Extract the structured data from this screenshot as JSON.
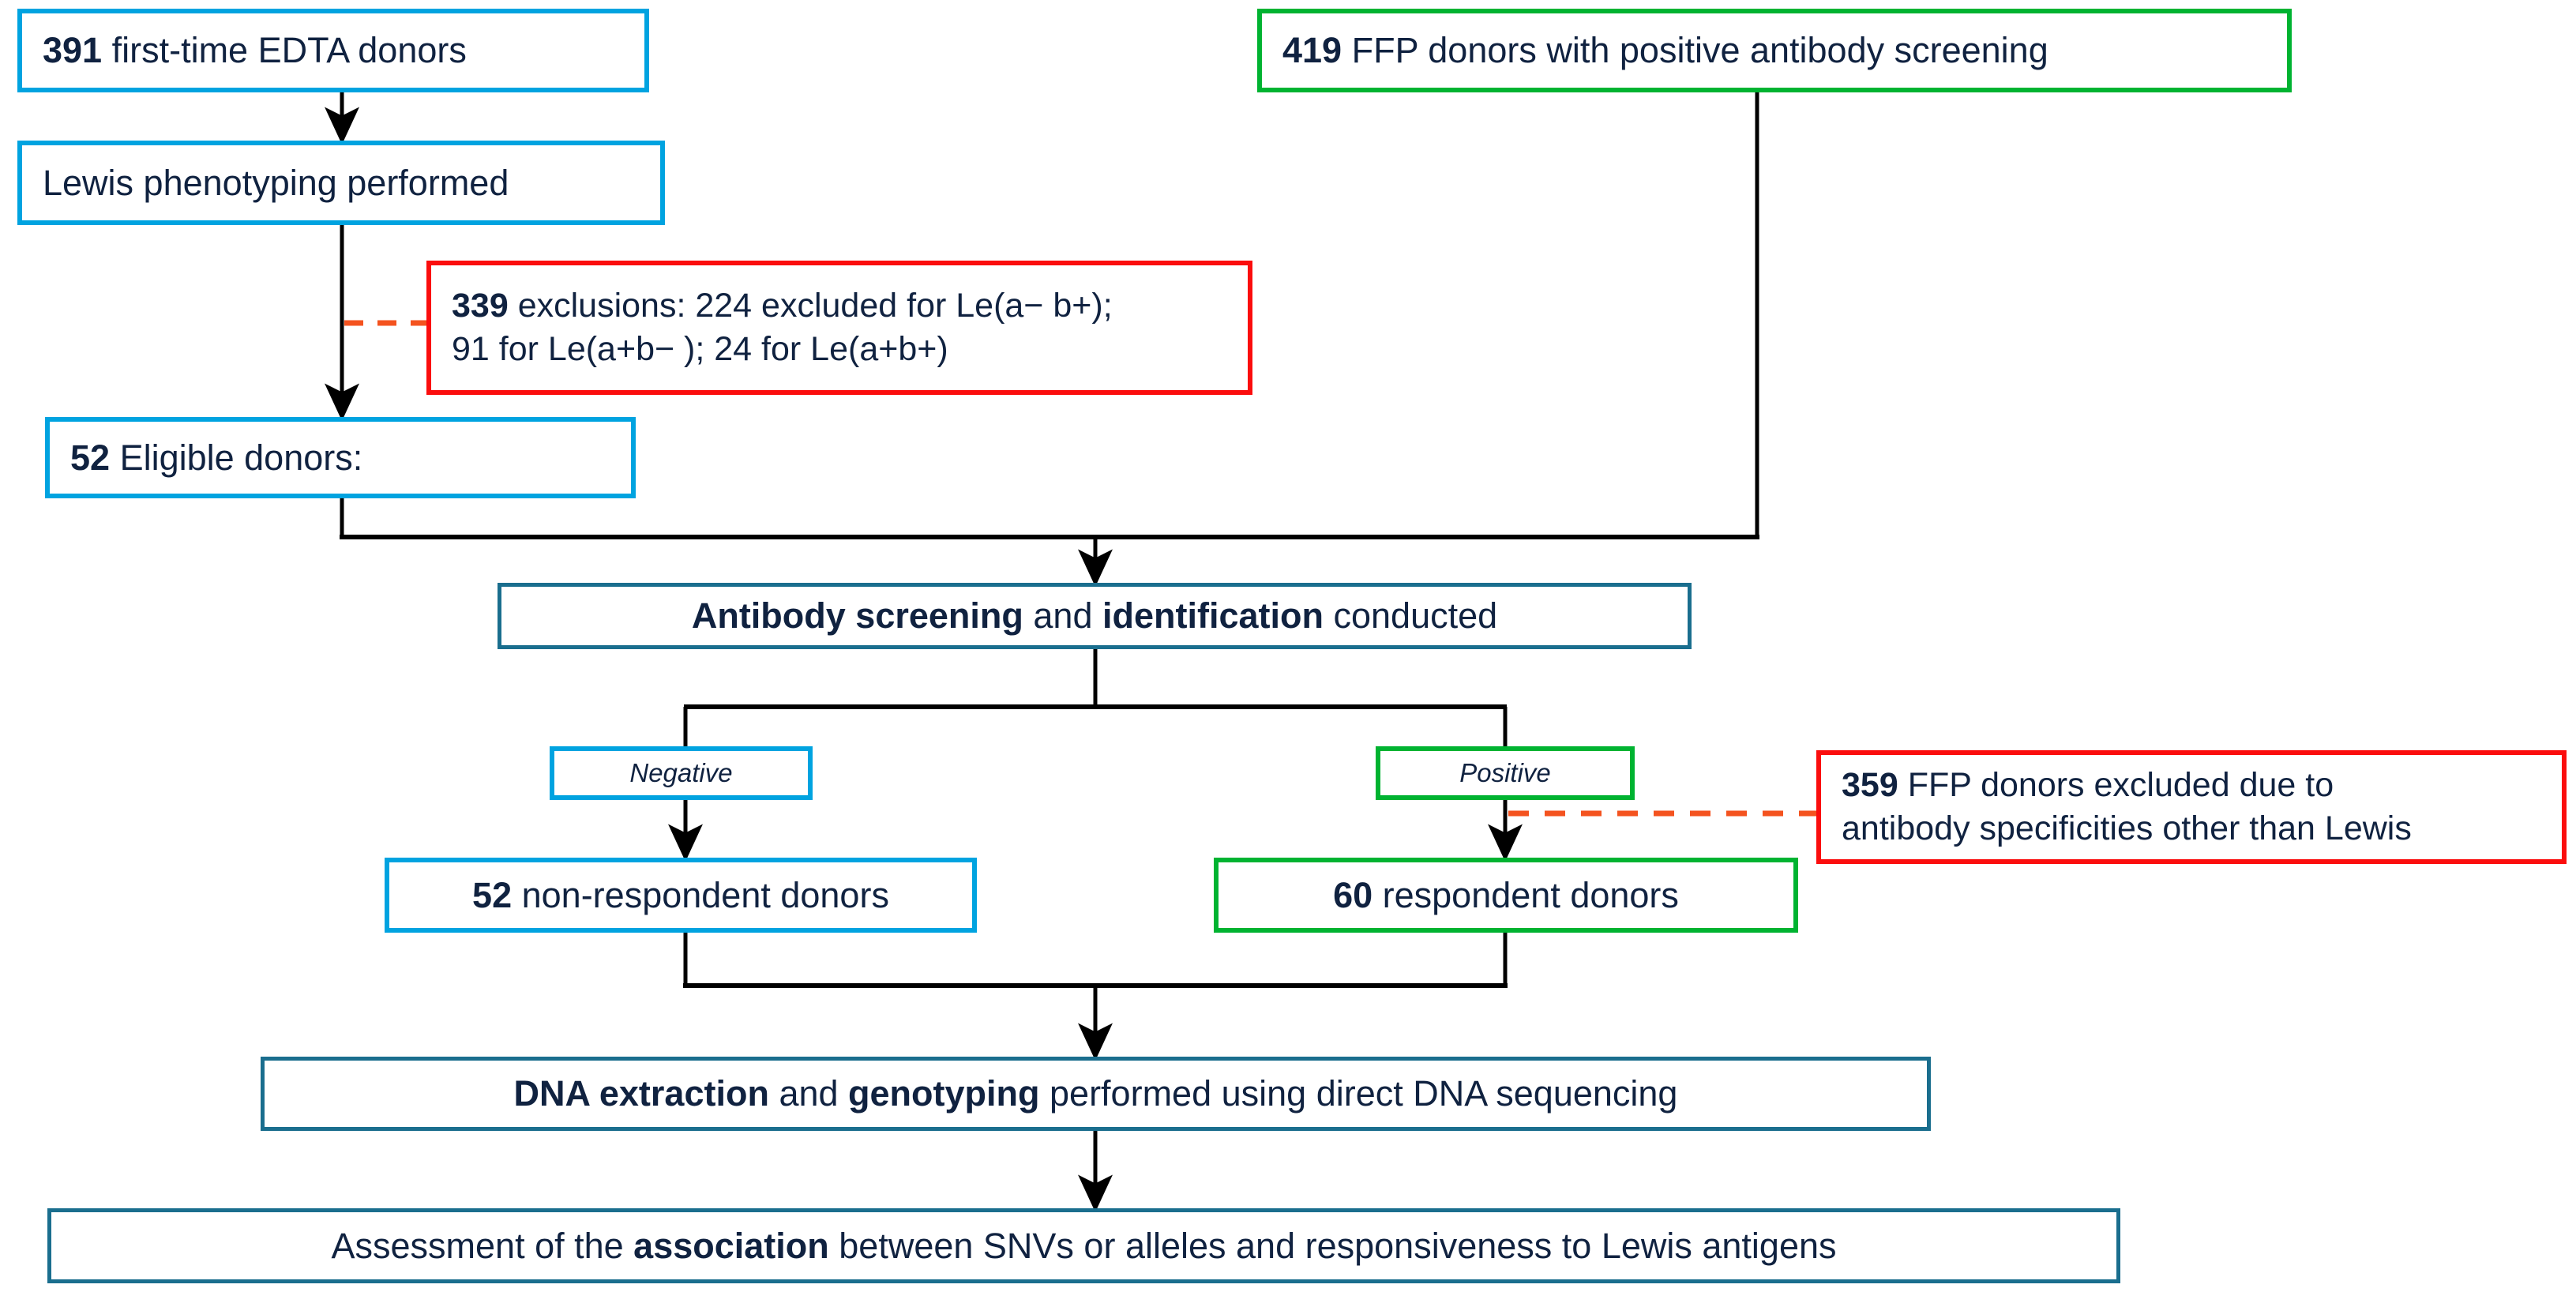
{
  "diagram": {
    "title": "Lewis antibody donor study flowchart",
    "colors": {
      "cyan": "#00a3e0",
      "green": "#00b331",
      "red": "#fb0d0d",
      "navy_border": "#1a6e8e",
      "text": "#102240",
      "arrow": "#000000",
      "dashed_exclusion": "#f4531f"
    }
  },
  "nodes": {
    "edta_donors": {
      "count": "391",
      "text": " first-time EDTA donors"
    },
    "ffp_donors": {
      "count": "419",
      "text": " FFP donors with positive antibody screening"
    },
    "lewis_phenotyping": {
      "text": "Lewis phenotyping performed"
    },
    "exclusions": {
      "count": "339",
      "line1": " exclusions: 224 excluded for Le(a− b+);",
      "line2": "91 for Le(a+b− ); 24 for Le(a+b+)"
    },
    "eligible_donors": {
      "count": "52",
      "text": " Eligible donors:"
    },
    "antibody_screening": {
      "bold1": "Antibody screening",
      "mid": " and ",
      "bold2": "identification",
      "tail": " conducted"
    },
    "negative_label": {
      "text": "Negative"
    },
    "positive_label": {
      "text": "Positive"
    },
    "non_respondent": {
      "count": "52",
      "text": " non-respondent donors"
    },
    "respondent": {
      "count": "60",
      "text": " respondent donors"
    },
    "ffp_excluded": {
      "count": "359",
      "line1": " FFP donors excluded due to",
      "line2": "antibody specificities other than Lewis"
    },
    "dna_extraction": {
      "bold1": "DNA extraction",
      "mid": " and ",
      "bold2": "genotyping",
      "tail": " performed using direct DNA sequencing"
    },
    "assessment": {
      "pre": "Assessment of the ",
      "bold1": "association",
      "tail": " between SNVs or alleles and responsiveness to Lewis antigens"
    }
  }
}
